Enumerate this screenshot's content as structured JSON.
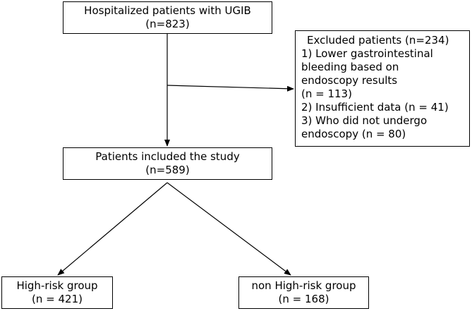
{
  "flowchart": {
    "top": {
      "lines": [
        "Hospitalized patients with UGIB",
        "(n=823)"
      ]
    },
    "excluded": {
      "lines": [
        "Excluded patients (n=234)",
        "1) Lower gastrointestinal",
        "bleeding based on",
        "endoscopy results",
        "(n = 113)",
        "2) Insufficient data (n = 41)",
        "3) Who did not undergo",
        "endoscopy (n = 80)"
      ]
    },
    "included": {
      "lines": [
        "Patients included the study",
        "(n=589)"
      ]
    },
    "high_risk": {
      "lines": [
        "High-risk group",
        "(n = 421)"
      ]
    },
    "non_high_risk": {
      "lines": [
        "non High-risk group",
        "(n = 168)"
      ]
    }
  }
}
